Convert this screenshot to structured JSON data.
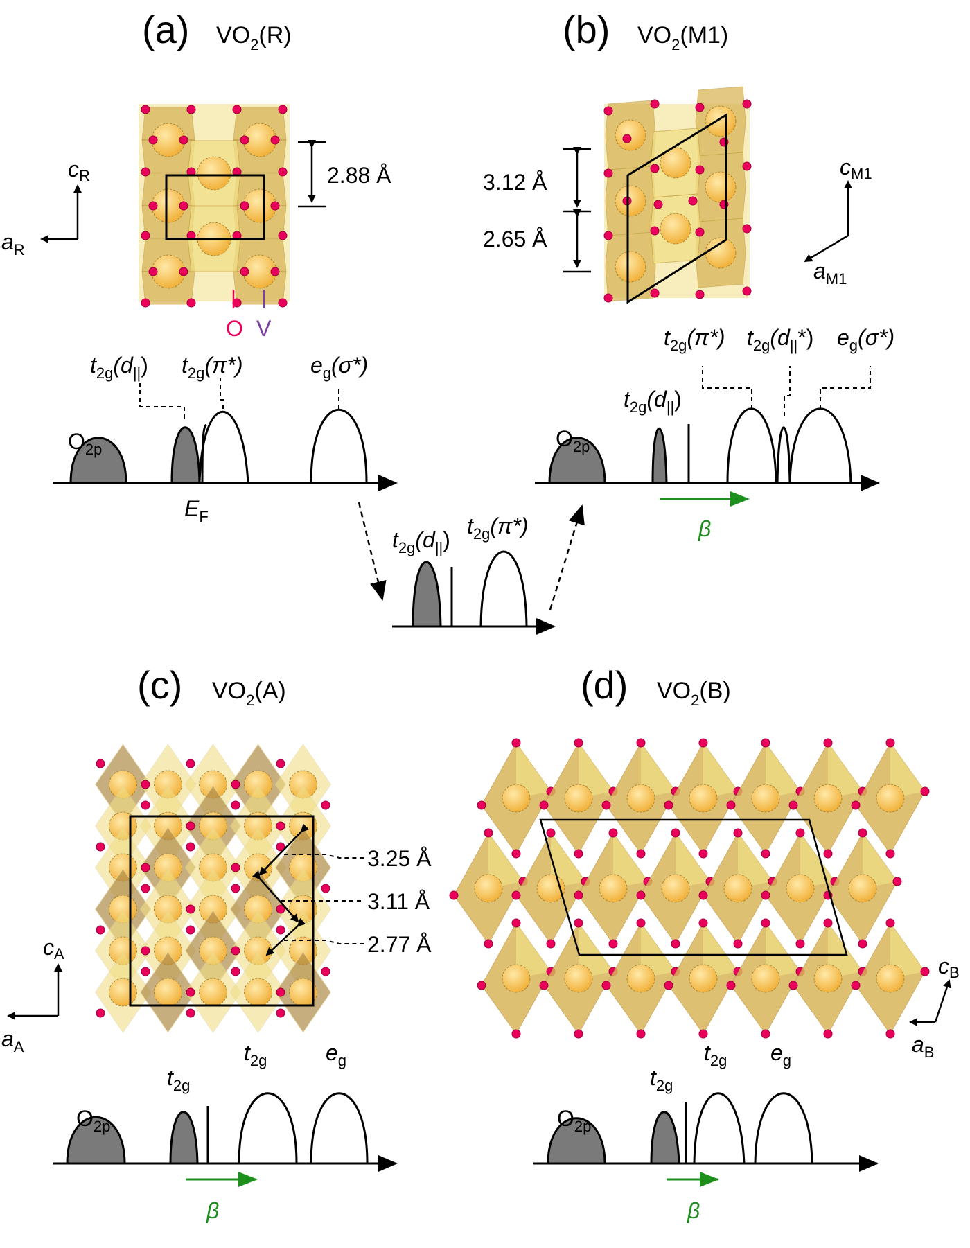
{
  "colors": {
    "oxygen": "#e8005a",
    "vanadium": "#f4b43a",
    "octa_light": "#f1df86",
    "octa_mid": "#d9b65a",
    "octa_dark": "#b08c4a",
    "filled_band": "#7a7a7a",
    "beta_arrow": "#1d8f1d",
    "o_label": "#e8005a",
    "v_label": "#7b3fa0"
  },
  "panels": {
    "a": {
      "tag": "(a)",
      "formula": "VO",
      "sub": "2",
      "phase": "(R)",
      "axis_c": "c",
      "axis_c_sub": "R",
      "axis_a": "a",
      "axis_a_sub": "R",
      "distance": "2.88 Å",
      "o_label": "O",
      "v_label": "V",
      "bands": [
        {
          "name": "O",
          "sub": "2p",
          "filled": true
        },
        {
          "name": "t",
          "sub": "2g",
          "paren": "(d",
          "parsub": "||",
          "close": ")",
          "filled": true
        },
        {
          "name": "t",
          "sub": "2g",
          "paren": "(π*)",
          "filled": false
        },
        {
          "name": "e",
          "sub": "g",
          "paren": "(σ*)",
          "filled": false
        }
      ],
      "fermi": "E",
      "fermi_sub": "F"
    },
    "b": {
      "tag": "(b)",
      "formula": "VO",
      "sub": "2",
      "phase": "(M1)",
      "axis_c": "c",
      "axis_c_sub": "M1",
      "axis_a": "a",
      "axis_a_sub": "M1",
      "distances": [
        "3.12 Å",
        "2.65 Å"
      ],
      "bands": [
        {
          "name": "O",
          "sub": "2p",
          "filled": true
        },
        {
          "name": "t",
          "sub": "2g",
          "paren": "(d",
          "parsub": "||",
          "close": ")",
          "filled": true
        },
        {
          "name": "t",
          "sub": "2g",
          "paren": "(π*)",
          "filled": false
        },
        {
          "name": "t",
          "sub": "2g",
          "paren": "(d",
          "parsub": "||",
          "close": "*)",
          "filled": false
        },
        {
          "name": "e",
          "sub": "g",
          "paren": "(σ*)",
          "filled": false
        }
      ],
      "beta": "β"
    },
    "mid": {
      "bands": [
        {
          "name": "t",
          "sub": "2g",
          "paren": "(d",
          "parsub": "||",
          "close": ")",
          "filled": true
        },
        {
          "name": "t",
          "sub": "2g",
          "paren": "(π*)",
          "filled": false
        }
      ]
    },
    "c": {
      "tag": "(c)",
      "formula": "VO",
      "sub": "2",
      "phase": "(A)",
      "axis_c": "c",
      "axis_c_sub": "A",
      "axis_a": "a",
      "axis_a_sub": "A",
      "distances": [
        "3.25 Å",
        "3.11 Å",
        "2.77 Å"
      ],
      "bands": [
        {
          "name": "O",
          "sub": "2p",
          "filled": true
        },
        {
          "name": "t",
          "sub": "2g",
          "filled": true
        },
        {
          "name": "t",
          "sub": "2g",
          "filled": false
        },
        {
          "name": "e",
          "sub": "g",
          "filled": false
        }
      ],
      "beta": "β"
    },
    "d": {
      "tag": "(d)",
      "formula": "VO",
      "sub": "2",
      "phase": "(B)",
      "axis_c": "c",
      "axis_c_sub": "B",
      "axis_a": "a",
      "axis_a_sub": "B",
      "bands": [
        {
          "name": "O",
          "sub": "2p",
          "filled": true
        },
        {
          "name": "t",
          "sub": "2g",
          "filled": true
        },
        {
          "name": "t",
          "sub": "2g",
          "filled": false
        },
        {
          "name": "e",
          "sub": "g",
          "filled": false
        }
      ],
      "beta": "β"
    }
  }
}
